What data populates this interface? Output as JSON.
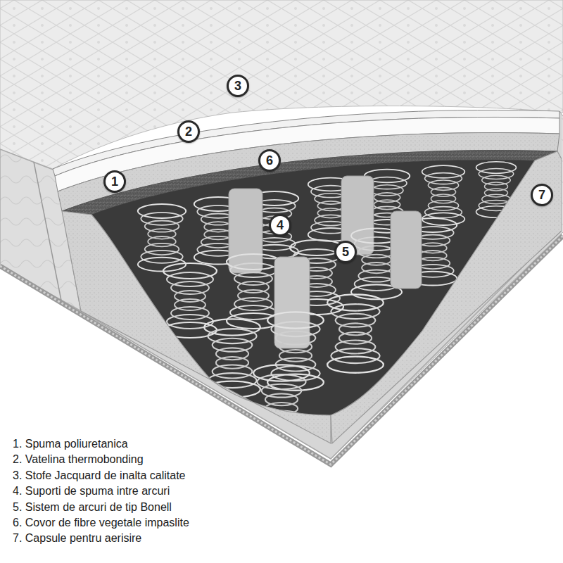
{
  "diagram": {
    "nodes": [
      {
        "text": [
          "3"
        ]
      },
      {
        "text": [
          "2"
        ]
      },
      {
        "text": [
          "6"
        ]
      },
      {
        "text": [
          "1"
        ]
      },
      {
        "text": [
          "7"
        ]
      },
      {
        "text": [
          "4"
        ]
      },
      {
        "text": [
          "5"
        ]
      }
    ],
    "labels": [
      "1. Spuma poliuretanica",
      "2. Vatelina thermobonding",
      "3. Stofe Jacquard de inalta calitate",
      "4. Suporti de spuma intre arcuri",
      "5. Sistem de arcuri de tip Bonell",
      "6. Covor de fibre vegetale impaslite",
      "7. Capsule pentru aerisire"
    ]
  }
}
